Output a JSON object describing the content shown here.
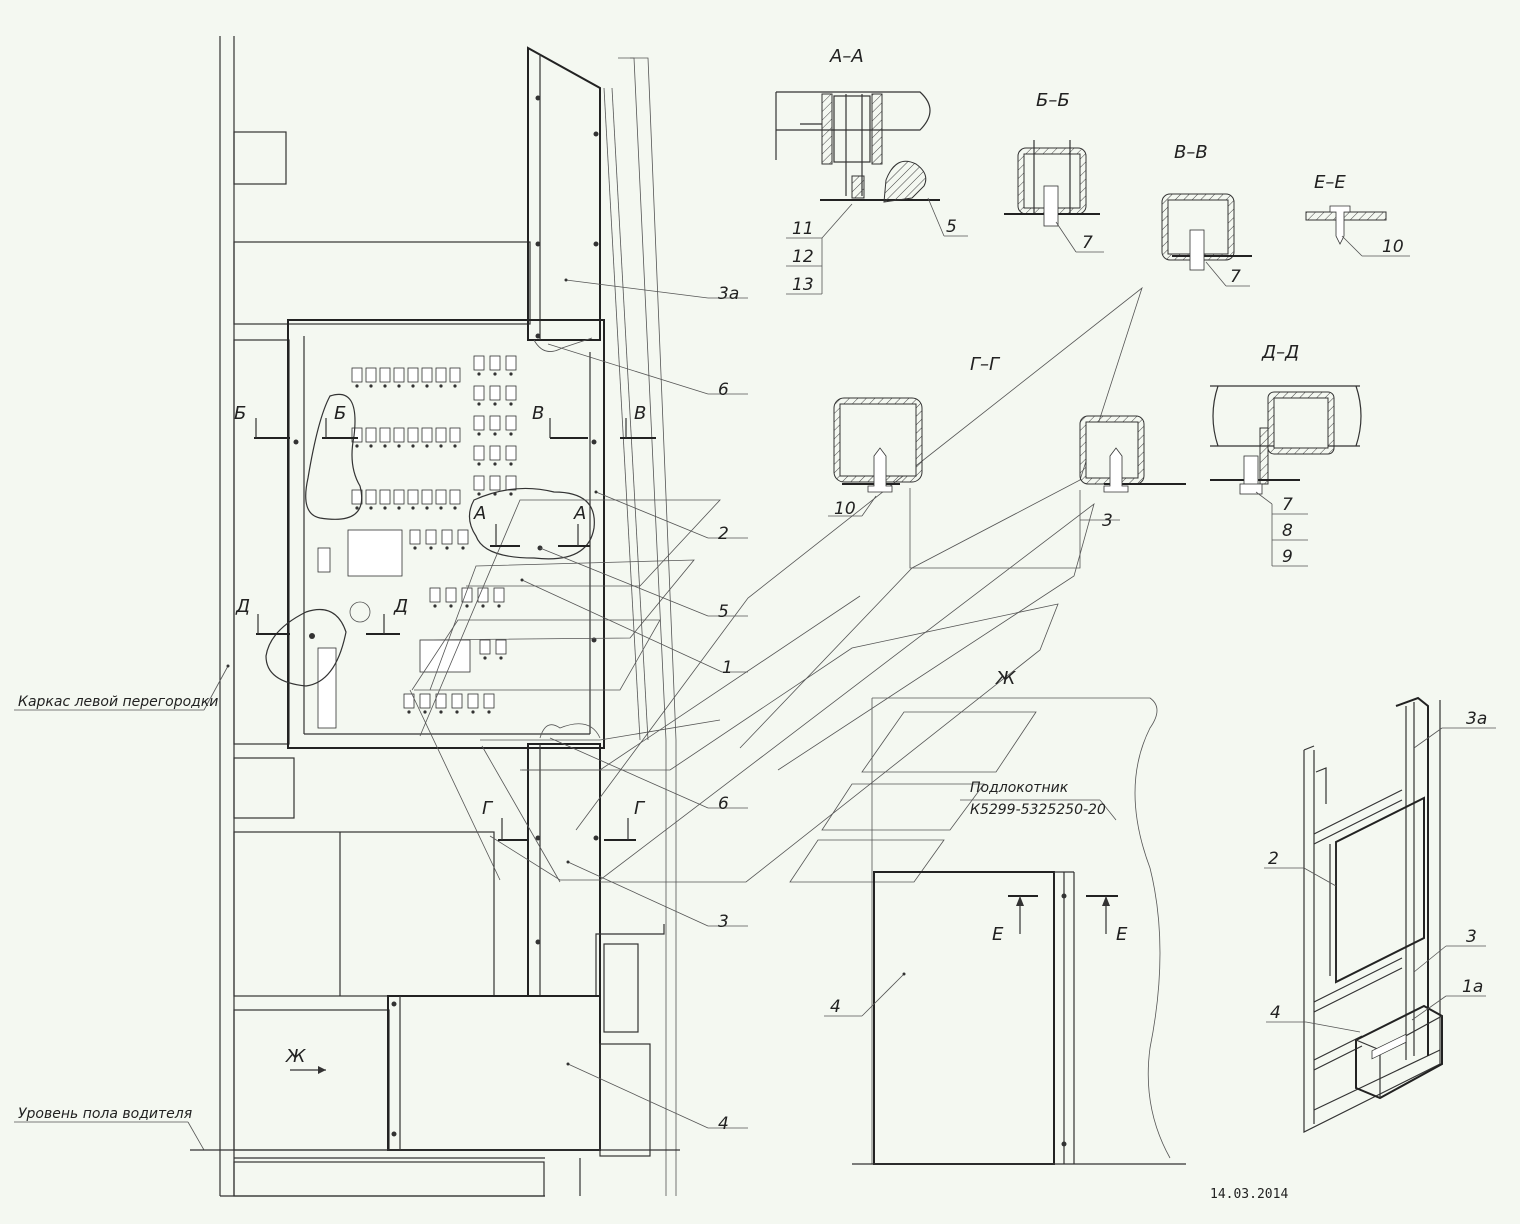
{
  "section_labels": {
    "aa": "А–А",
    "bb": "Б–Б",
    "vv": "В–В",
    "ee": "Е–Е",
    "gg": "Г–Г",
    "dd": "Д–Д",
    "zh": "Ж"
  },
  "cut_markers": {
    "b": "Б",
    "v": "В",
    "a": "А",
    "d": "Д",
    "g": "Г",
    "e": "Е",
    "zh": "Ж"
  },
  "callouts": {
    "c3a": "3а",
    "c6": "6",
    "c2": "2",
    "c5": "5",
    "c1": "1",
    "c3": "3",
    "c4": "4",
    "c1a": "1а",
    "c7": "7",
    "c8": "8",
    "c9": "9",
    "c10": "10",
    "c11": "11",
    "c12": "12",
    "c13": "13"
  },
  "notes": {
    "left_frame": "Каркас левой перегородки",
    "floor_level": "Уровень пола водителя",
    "armrest": "Подлокотник",
    "armrest_code": "К5299-5325250-20"
  },
  "date": "14.03.2014"
}
